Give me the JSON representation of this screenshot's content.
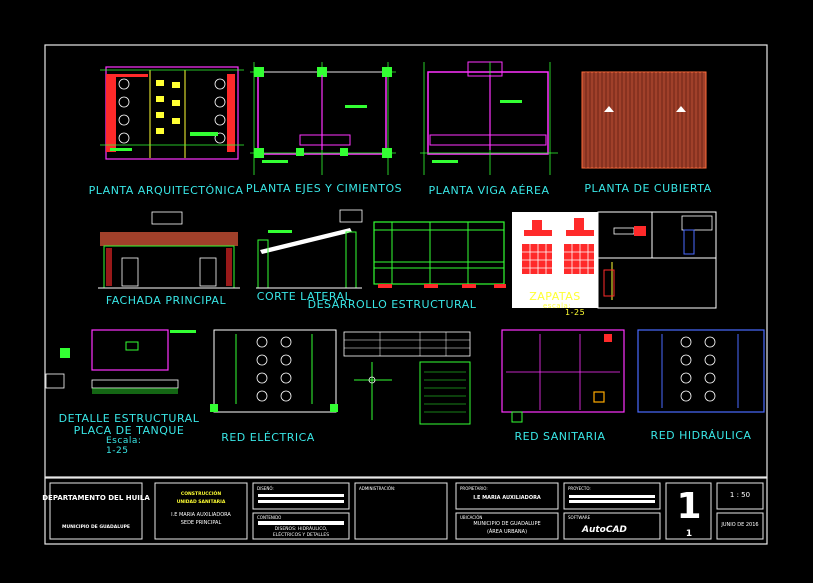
{
  "drawing": {
    "views": {
      "planta_arquitectonica": "PLANTA ARQUITECTÓNICA",
      "planta_ejes": "PLANTA EJES Y CIMIENTOS",
      "planta_viga": "PLANTA VIGA AÉREA",
      "planta_cubierta": "PLANTA DE CUBIERTA",
      "fachada": "FACHADA PRINCIPAL",
      "corte": "CORTE LATERAL",
      "desarrollo": "DESARROLLO ESTRUCTURAL",
      "zapatas": "ZAPATAS",
      "zapatas_escala": "escala:",
      "zapatas_escala_val": "1-25",
      "detalle_1": "DETALLE ESTRUCTURAL",
      "detalle_2": "PLACA DE TANQUE",
      "detalle_escala": "Escala:",
      "detalle_escala_val": "1-25",
      "red_electrica": "RED ELÉCTRICA",
      "red_sanitaria": "RED SANITARIA",
      "red_hidraulica": "RED HIDRÁULICA"
    },
    "colors": {
      "frame": "#e8e8e8",
      "label": "#39e6e6",
      "magenta": "#ff33ff",
      "green": "#33ff33",
      "red": "#ff2a2a",
      "yellow": "#ffff33",
      "wood": "#a0402a"
    }
  },
  "title_block": {
    "department": "DEPARTAMENTO DEL HUILA",
    "municipality_short": "MUNICIPIO DE GUADALUPE",
    "project_1": "CONSTRUCCIÓN",
    "project_2": "UNIDAD SANITARIA",
    "project_3": "I.E MARIA AUXILIADORA",
    "project_4": "SEDE PRINCIPAL",
    "design_label": "DISEÑÓ:",
    "content_label": "CONTENIDO",
    "content_1": "DISEÑOS: HIDRÁULICO,",
    "content_2": "ELÉCTRICOS Y DETALLES",
    "approved_label": "ADMINISTRACIÓN:",
    "owner_label": "PROPIETARIO:",
    "owner": "I.E MARIA AUXILIADORA",
    "location_label": "UBICACIÓN",
    "location_1": "MUNICIPIO DE GUADALUPE",
    "location_2": "(ÁREA URBANA)",
    "project_label": "PROYECTO:",
    "software_label": "SOFTWARE",
    "software": "AutoCAD",
    "sheet_number": "1",
    "sheet_total": "1",
    "scale": "1 : 50",
    "date": "JUNIO DE 2016"
  }
}
